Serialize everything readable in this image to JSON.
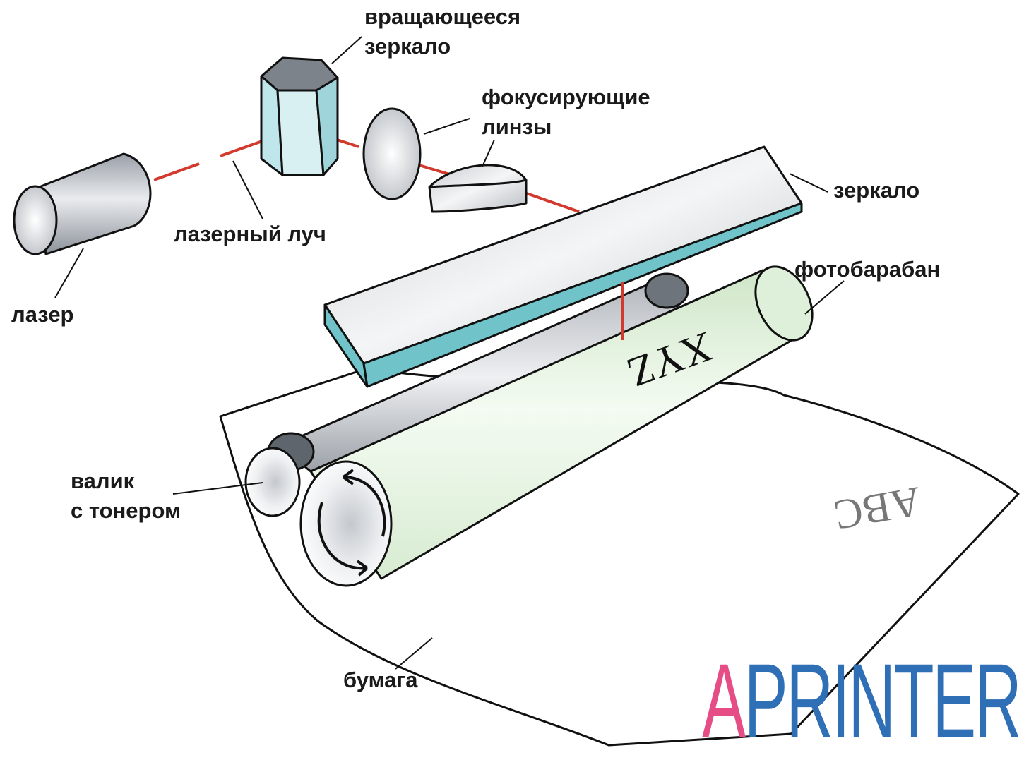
{
  "labels": {
    "rotating_mirror": [
      "вращающееся",
      "зеркало"
    ],
    "focusing_lenses": [
      "фокусирующие",
      "линзы"
    ],
    "mirror": "зеркало",
    "laser_beam": "лазерный луч",
    "laser": "лазер",
    "photodrum": "фотобарабан",
    "toner_roller": [
      "валик",
      "с тонером"
    ],
    "paper": "бумага"
  },
  "drum_text": "XYZ",
  "paper_text": "ABC",
  "logo": {
    "first": "A",
    "rest": "PRINTER"
  },
  "colors": {
    "beam": "#d23a2e",
    "drum": "#e6f3e2",
    "mirror_edge": "#6fc3c9",
    "prism_glass": "#bfe6ea",
    "logo_pink": "#e64d86",
    "logo_blue": "#2f6fb6"
  }
}
